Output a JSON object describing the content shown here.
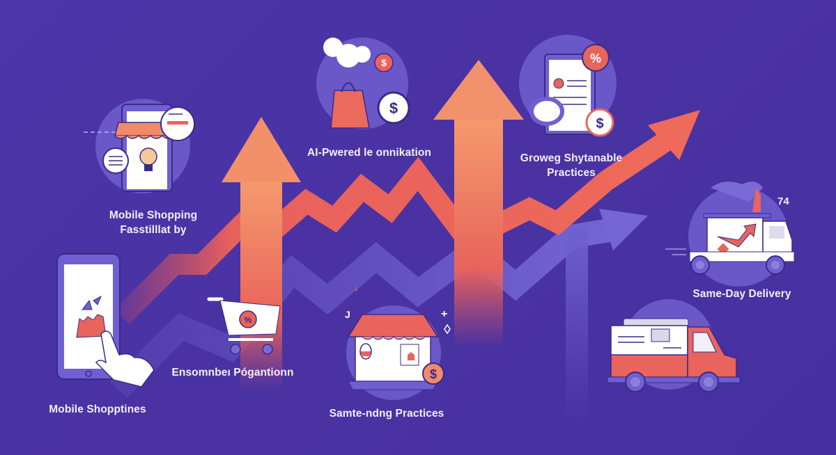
{
  "illustration": {
    "theme": "E-commerce growth trends infographic",
    "colors": {
      "background": "#4a33a3",
      "circle": "#6a58c8",
      "accent_coral": "#e8645c",
      "accent_orange": "#f0906a",
      "accent_blue": "#6f5fd0",
      "white": "#ffffff",
      "outline": "#3a2a88"
    },
    "labels": {
      "mobile_shopping_top_line1": "Mobile Shopping",
      "mobile_shopping_top_line2": "Fasstilllat by",
      "ai_powered": "AI-Pwered le onnikation",
      "growing_sustainable_line1": "Groweg Shytanable",
      "growing_sustainable_line2": "Practices",
      "same_day_delivery": "Same-Day Delivery",
      "mobile_shopptines": "Mobile Shopptines",
      "ensomnbe_pagantion": "Ensomnbeı Pógantionn",
      "same_nding_practices": "Samte-ndng Practices",
      "number_badge": "74"
    },
    "icons": [
      "phone-storefront-icon",
      "shopping-bag-dollar-icon",
      "document-percent-dollar-icon",
      "delivery-truck-chart-icon",
      "tablet-chart-hand-icon",
      "shopping-cart-percent-icon",
      "storefront-dollar-icon",
      "delivery-van-icon"
    ]
  }
}
